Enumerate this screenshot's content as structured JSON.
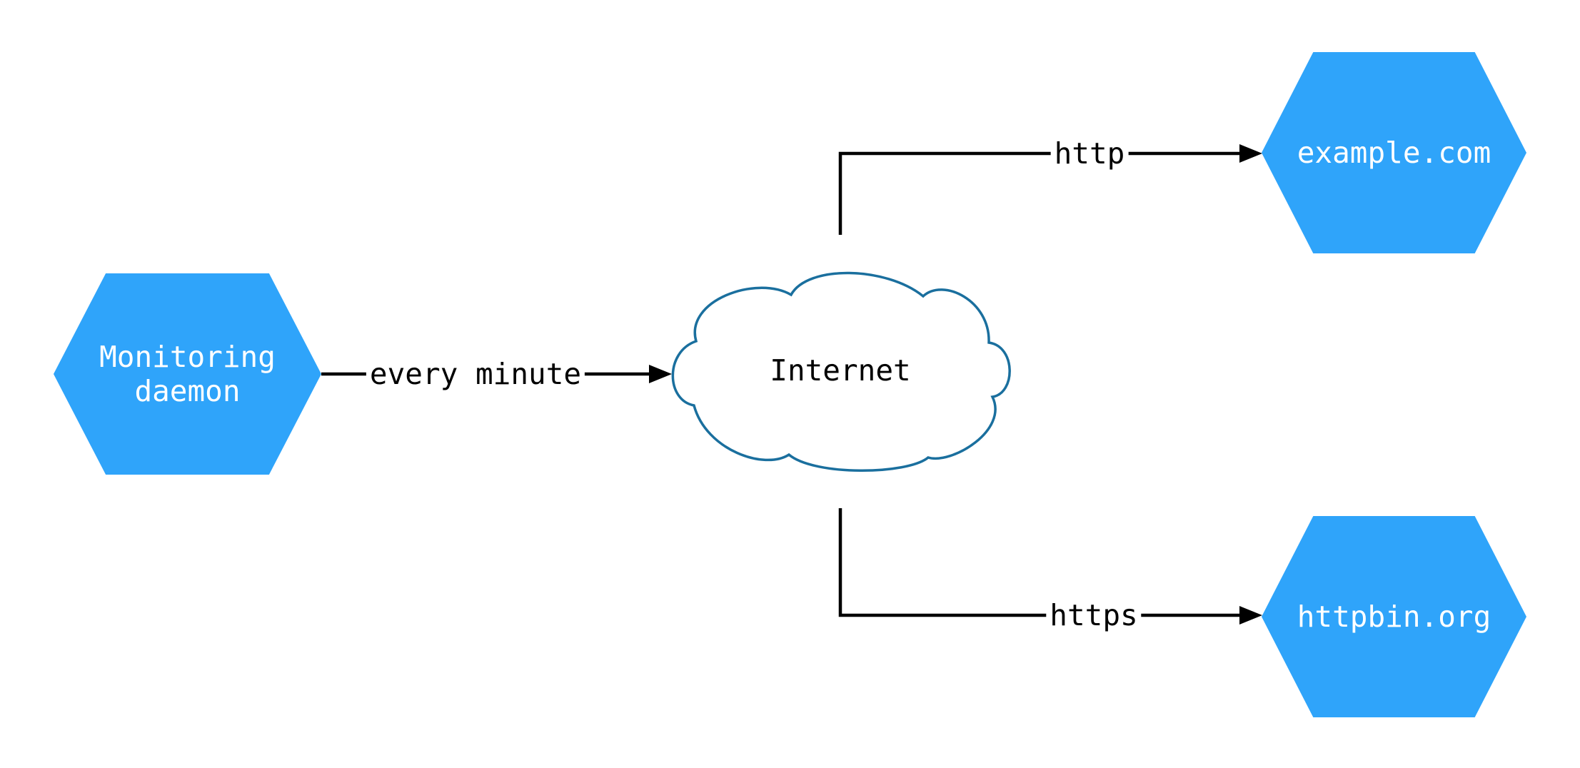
{
  "nodes": {
    "monitoring_daemon": {
      "label": "Monitoring daemon"
    },
    "internet": {
      "label": "Internet"
    },
    "example_com": {
      "label": "example.com"
    },
    "httpbin_org": {
      "label": "httpbin.org"
    }
  },
  "edges": {
    "monitoring_to_internet": {
      "label": "every minute"
    },
    "internet_to_example": {
      "label": "http"
    },
    "internet_to_httpbin": {
      "label": "https"
    }
  },
  "colors": {
    "node-fill": "#2fa4fa",
    "node-text": "#ffffff",
    "cloud-stroke": "#1a6f9e",
    "cloud-fill": "#ffffff",
    "edge": "#000000",
    "label-text": "#000000",
    "background": "#ffffff"
  }
}
